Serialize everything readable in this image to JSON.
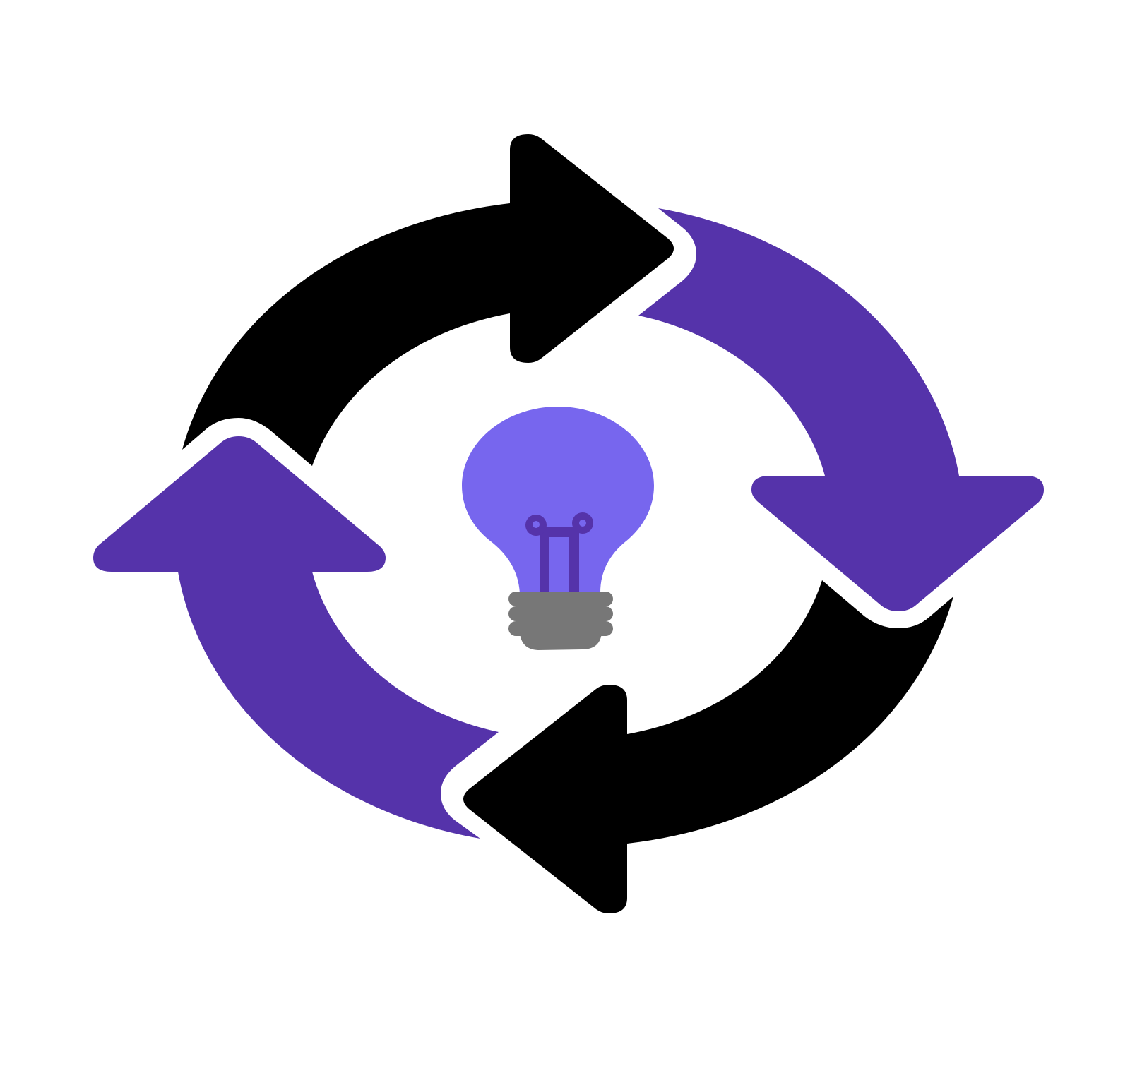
{
  "diagram": {
    "type": "cycle",
    "direction": "clockwise",
    "center_symbol": "lightbulb-icon",
    "arrows": [
      {
        "id": "top",
        "icon": "curved-arrow-right-icon",
        "color": "#000000"
      },
      {
        "id": "right",
        "icon": "curved-arrow-down-icon",
        "color": "#5533aa"
      },
      {
        "id": "bottom",
        "icon": "curved-arrow-left-icon",
        "color": "#000000"
      },
      {
        "id": "left",
        "icon": "curved-arrow-up-icon",
        "color": "#5533aa"
      }
    ]
  },
  "colors": {
    "background": "#ffffff",
    "arrow_dark": "#000000",
    "arrow_purple": "#5533aa",
    "bulb_glass": "#7766ee",
    "bulb_filament": "#5533aa",
    "bulb_base": "#777777"
  }
}
